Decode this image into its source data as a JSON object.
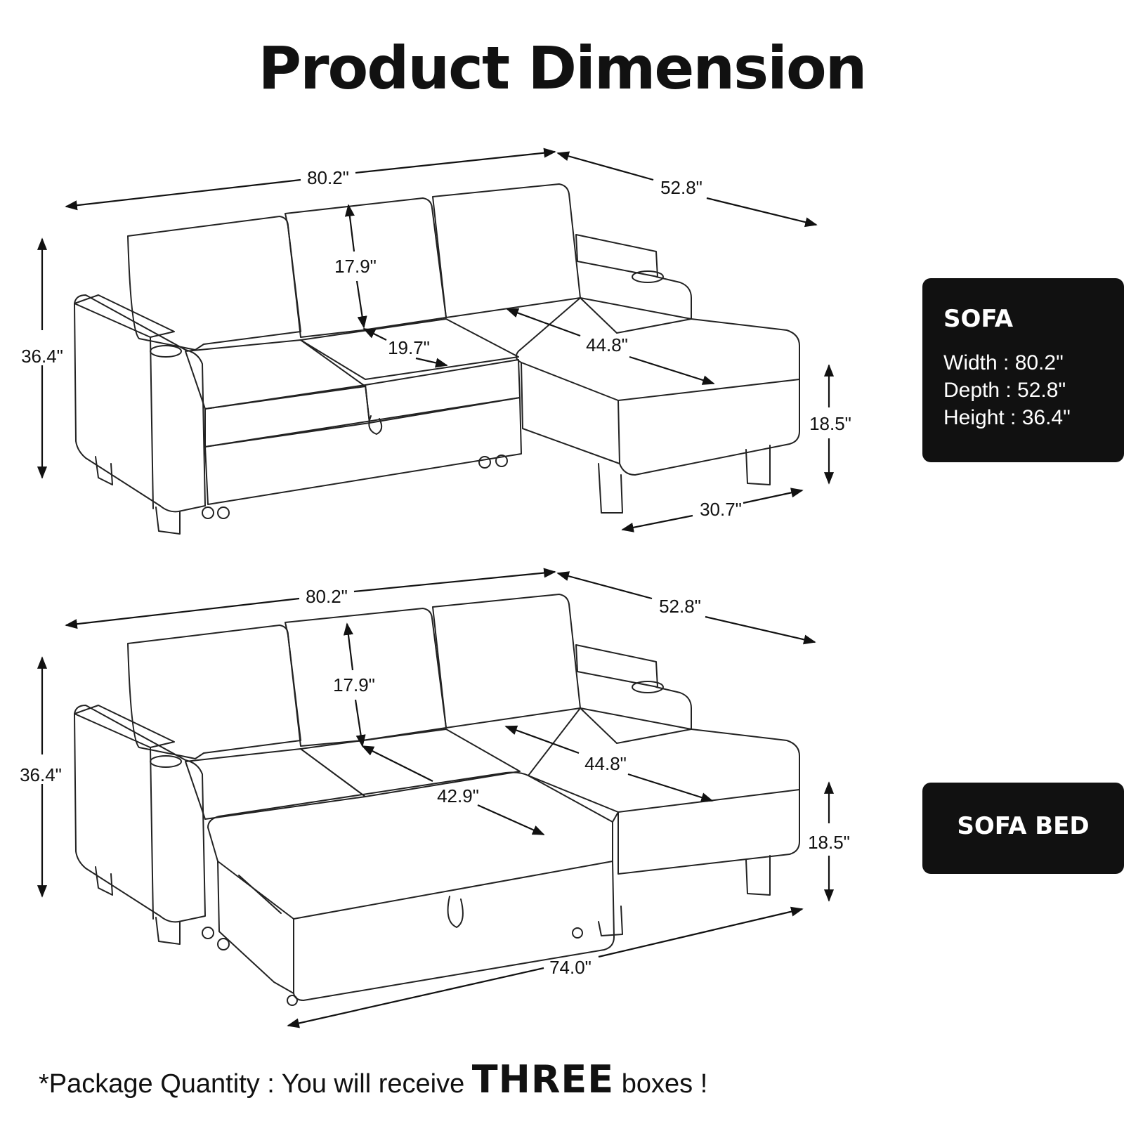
{
  "title": "Product Dimension",
  "top_sofa": {
    "width": "80.2\"",
    "depth": "52.8\"",
    "height": "36.4\"",
    "back_height": "17.9\"",
    "seat_depth": "19.7\"",
    "chaise_length": "44.8\"",
    "seat_height": "18.5\"",
    "chaise_width": "30.7\""
  },
  "bottom_sofa": {
    "width": "80.2\"",
    "depth": "52.8\"",
    "height": "36.4\"",
    "back_height": "17.9\"",
    "bed_depth": "42.9\"",
    "chaise_length": "44.8\"",
    "seat_height": "18.5\"",
    "bed_width": "74.0\""
  },
  "sofa_panel": {
    "heading": "SOFA",
    "width": "Width : 80.2\"",
    "depth": "Depth : 52.8\"",
    "height": "Height : 36.4\""
  },
  "sofa_bed_panel": {
    "heading": "SOFA BED"
  },
  "footer": {
    "prefix": "*Package Quantity : You will receive ",
    "emphasis": "THREE",
    "suffix": " boxes !"
  },
  "colors": {
    "panel_bg": "#111111",
    "panel_text": "#ffffff",
    "line": "#222222"
  }
}
